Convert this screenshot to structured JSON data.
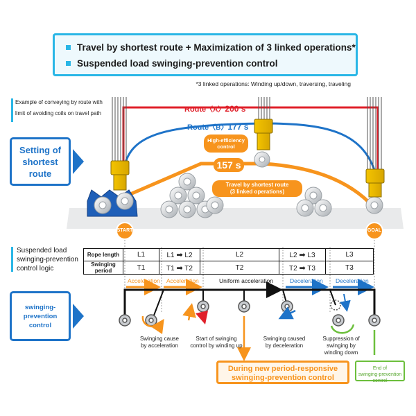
{
  "banner": {
    "line1": "Travel by shortest route + Maximization of 3 linked operations*",
    "line2": "Suspended load swinging-prevention control"
  },
  "footnote": "*3 linked operations: Winding up/down, traversing, traveling",
  "example": {
    "line1": "Example of conveying by route with",
    "line2": "limit of avoiding coils on travel path"
  },
  "badges": {
    "shortest_route_line1": "Setting of",
    "shortest_route_line2": "shortest route",
    "swing_control_line1": "swinging-prevention",
    "swing_control_line2": "control"
  },
  "routes": {
    "a_label": "Route",
    "a_tag": "〈A〉",
    "a_time": "200 s",
    "b_label": "Route",
    "b_tag": "〈B〉",
    "b_time": "177 s",
    "shortest_time": "157 s",
    "shortest_line1": "Travel by shortest route",
    "shortest_line2": "(3 linked operations)",
    "high_eff_line1": "High-efficiency",
    "high_eff_line2": "control"
  },
  "markers": {
    "start": "START",
    "goal": "GOAL"
  },
  "logic": {
    "title_line1": "Suspended load",
    "title_line2": "swinging-prevention",
    "title_line3": "control logic",
    "header_rope": "Rope length",
    "header_period": "Swinging period",
    "rope": [
      "L1",
      "L1",
      "L2",
      "L2",
      "L2",
      "L3",
      "L3"
    ],
    "period": [
      "T1",
      "T1",
      "T2",
      "T2",
      "T2",
      "T3",
      "T3"
    ]
  },
  "phases": {
    "accel1": "Acceleration",
    "accel2": "Acceleration",
    "uniform": "Uniform acceleration",
    "decel1": "Deceleration",
    "decel2": "Deceleration"
  },
  "captions": {
    "c1_line1": "Swinging cause",
    "c1_line2": "by acceleration",
    "c2_line1": "Start of swinging",
    "c2_line2": "control by winding up",
    "c3_line1": "Swinging caused",
    "c3_line2": "by deceleration",
    "c4_line1": "Suppression of",
    "c4_line2": "swinging by",
    "c4_line3": "winding down"
  },
  "boxes": {
    "period_line1": "During new period-responsive",
    "period_line2": "swinging-prevention control",
    "end_line1": "End of",
    "end_line2": "swinging-prevention",
    "end_line3": "control"
  },
  "colors": {
    "route_a": "#e0202a",
    "route_b": "#1e73c8",
    "shortest": "#f7941d",
    "accent": "#29b6e6",
    "goal_green": "#6cbf3c"
  }
}
